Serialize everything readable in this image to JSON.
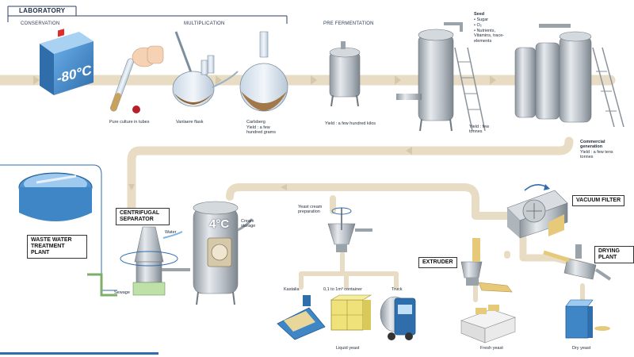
{
  "header": {
    "title": "LABORATORY"
  },
  "sections": {
    "conservation": "CONSERVATION",
    "multiplication": "MULTIPLICATION",
    "pre_fermentation": "PRE FERMENTATION"
  },
  "stages": {
    "pure_culture": "Pure culture in tubes",
    "vanlaere": "Vanlaere flask",
    "carlsberg": "Carlsberg",
    "carlsberg_yield": "Yield : a few hundred grams",
    "prefermenter_yield": "Yield : a few hundred kilos",
    "fermenter_yield": "Yield : few tonnes",
    "commercial": "Commercial generation",
    "commercial_yield": "Yield : a few tens tonnes"
  },
  "seed": {
    "title": "Seed",
    "items": [
      "• Sugar",
      "• O₂",
      "• Nutrients, Vitamins, trace-elements"
    ]
  },
  "temperatures": {
    "freezer": "-80°C",
    "storage": "4°C"
  },
  "units": {
    "waste_water": "WASTE WATER TREATMENT PLANT",
    "centrifugal": "CENTRIFUGAL SEPARATOR",
    "vacuum": "VACUUM FILTER",
    "extruder": "EXTRUDER",
    "drying": "DRYING PLANT"
  },
  "flow_labels": {
    "water": "Water",
    "sewage": "Sewage",
    "cream_storage": "Cream storage",
    "cream_prep": "Yeast cream preparation",
    "kastalia": "Kastalia",
    "container": "0,1 to 1m³ container",
    "truck": "Truck",
    "liquid": "Liquid yeast",
    "fresh": "Fresh yeast",
    "dry": "Dry yeast"
  },
  "colors": {
    "pipe": "#e8ddc4",
    "steel": "#b9c0c7",
    "broth": "#a2784a",
    "freezer": "#3f86c6",
    "outline": "#2a3f66"
  }
}
